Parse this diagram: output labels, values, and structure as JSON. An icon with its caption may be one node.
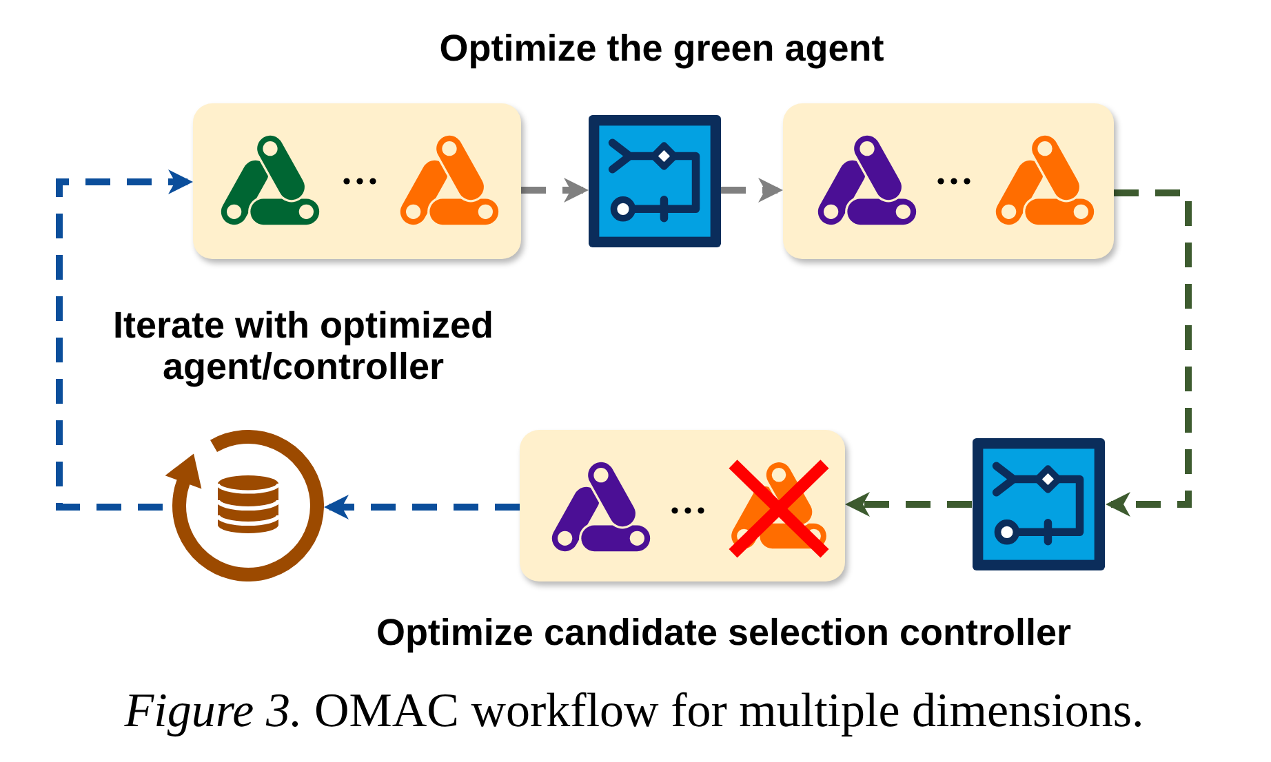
{
  "diagram": {
    "caption": "*Figure 3.* OMAC workflow for multiple dimensions.",
    "nodes": [
      {
        "text": [],
        "shape": "box"
      },
      {
        "text": [],
        "shape": "picture"
      },
      {
        "text": [],
        "shape": "box"
      },
      {
        "text": [],
        "shape": "picture"
      },
      {
        "text": [],
        "shape": "box"
      },
      {
        "text": [],
        "shape": "picture"
      }
    ],
    "edges": [
      {
        "from": 0,
        "to": 1,
        "arrow": "to",
        "style": "dashed",
        "color": "#808080"
      },
      {
        "from": 1,
        "to": 2,
        "arrow": "to",
        "style": "dashed",
        "color": "#808080"
      },
      {
        "from": 2,
        "to": 5,
        "arrow": "to",
        "style": "dashed",
        "color": "#3d5b2f"
      },
      {
        "from": 5,
        "to": 4,
        "arrow": "to",
        "style": "dashed",
        "color": "#3d5b2f"
      },
      {
        "from": 4,
        "to": 3,
        "arrow": "to",
        "style": "dashed",
        "color": "#0b4e9b"
      },
      {
        "from": 3,
        "to": 0,
        "arrow": "to",
        "style": "dashed",
        "color": "#0b4e9b"
      }
    ],
    "labels": [
      "Optimize the green agent",
      "Iterate with optimized agent/controller",
      "Optimize candidate selection controller"
    ]
  }
}
